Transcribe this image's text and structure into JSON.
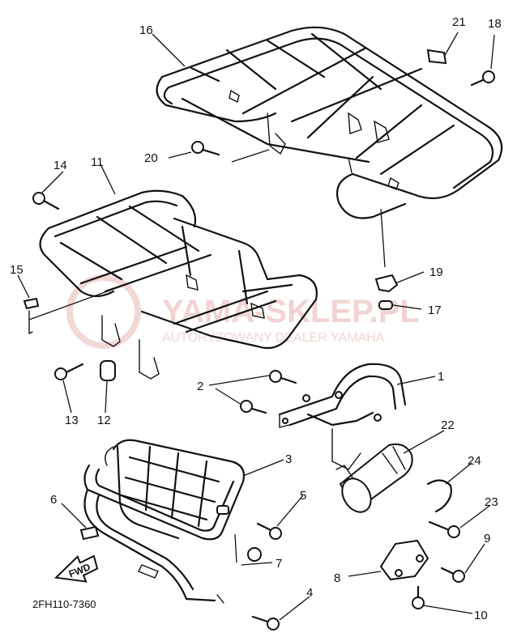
{
  "parts": [
    {
      "num": "1"
    },
    {
      "num": "2"
    },
    {
      "num": "3"
    },
    {
      "num": "4"
    },
    {
      "num": "5"
    },
    {
      "num": "6"
    },
    {
      "num": "7"
    },
    {
      "num": "8"
    },
    {
      "num": "9"
    },
    {
      "num": "10"
    },
    {
      "num": "11"
    },
    {
      "num": "12"
    },
    {
      "num": "13"
    },
    {
      "num": "14"
    },
    {
      "num": "15"
    },
    {
      "num": "16"
    },
    {
      "num": "17"
    },
    {
      "num": "18"
    },
    {
      "num": "19"
    },
    {
      "num": "20"
    },
    {
      "num": "21"
    },
    {
      "num": "22"
    },
    {
      "num": "23"
    },
    {
      "num": "24"
    }
  ],
  "diagram_code": "2FH110-7360",
  "forward_label": "FWD",
  "watermark": {
    "title": "YAMA-SKLEP.PL",
    "subtitle": "AUTORYZOWANY DEALER YAMAHA"
  },
  "colors": {
    "line": "#111111",
    "watermark": "#e8b0b0"
  }
}
